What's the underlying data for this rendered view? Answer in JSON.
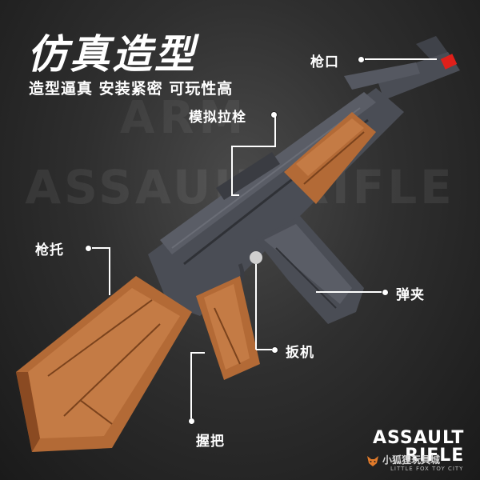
{
  "header": {
    "title": "仿真造型",
    "subtitle": "造型逼真 安装紧密 可玩性高"
  },
  "watermark": {
    "top_text": "ARM",
    "big_text": "ASSAULT RIFLE"
  },
  "callouts": {
    "muzzle": "枪口",
    "charging_handle": "模拟拉栓",
    "stock": "枪托",
    "magazine": "弹夹",
    "trigger": "扳机",
    "grip": "握把"
  },
  "brand": {
    "line1": "ASSAULT",
    "line2": "RIFLE"
  },
  "store": {
    "name": "小狐狸玩具城",
    "name_en": "LITTLE FOX TOY CITY"
  },
  "colors": {
    "body_gray": "#4a4d55",
    "wood": "#b36a36",
    "tip_red": "#e0201a",
    "text": "#ffffff"
  }
}
